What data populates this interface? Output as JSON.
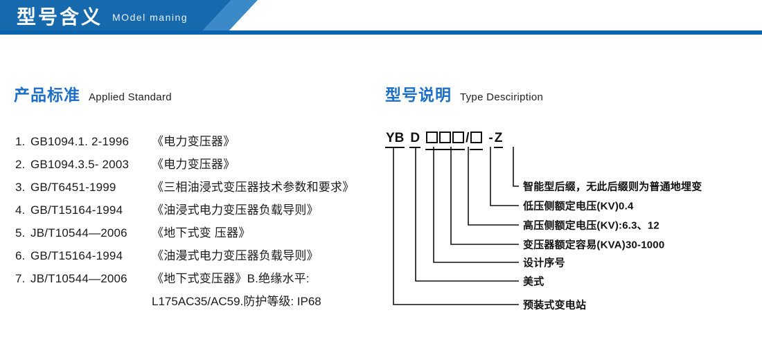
{
  "header": {
    "title_cn": "型号含义",
    "title_en": "MOdel maning",
    "banner_color": "#1569ac",
    "rule_color": "#0b64ad"
  },
  "sections": {
    "standard": {
      "title_cn": "产品标准",
      "title_en": "Applied Standard",
      "heading_color": "#1b6fc9"
    },
    "type": {
      "title_cn": "型号说明",
      "title_en": "Type Desciription",
      "heading_color": "#1b6fc9"
    }
  },
  "standards": [
    {
      "num": "1.",
      "code": "GB1094.1. 2-1996",
      "title": "《电力变压器》"
    },
    {
      "num": "2.",
      "code": "GB1094.3.5- 2003",
      "title": "《电力变压器》"
    },
    {
      "num": "3.",
      "code": "GB/T6451-1999",
      "title": "《三相油浸式变压器技术参数和要求》"
    },
    {
      "num": "4.",
      "code": "GB/T15164-1994",
      "title": "《油浸式电力变压器负载导则》"
    },
    {
      "num": "5.",
      "code": "JB/T10544—2006",
      "title": "《地下式变 压器》"
    },
    {
      "num": "6.",
      "code": "GB/T15164-1994",
      "title": "《油漫式电力变压器负载导则》"
    },
    {
      "num": "7.",
      "code": "JB/T10544—2006",
      "title": "《地下式变压器》B.绝缘水平:"
    }
  ],
  "standards_continuation": "L175AC35/AC59.防护等级: IP68",
  "type_code": {
    "tokens": [
      {
        "id": "yb",
        "text": "YB",
        "kind": "text"
      },
      {
        "id": "d",
        "text": "D",
        "kind": "text"
      },
      {
        "id": "box1",
        "text": "□",
        "kind": "box"
      },
      {
        "id": "box2",
        "text": "□",
        "kind": "box"
      },
      {
        "id": "box3",
        "text": "□",
        "kind": "box"
      },
      {
        "id": "slash",
        "text": "/",
        "kind": "sep"
      },
      {
        "id": "box4",
        "text": "□",
        "kind": "box"
      },
      {
        "id": "dash",
        "text": "-",
        "kind": "sep"
      },
      {
        "id": "z",
        "text": "Z",
        "kind": "text"
      }
    ],
    "full": "YB D □□□/□ - Z"
  },
  "type_labels": [
    {
      "id": "suffix",
      "text": "智能型后缀，无此后缀则为普通地埋变"
    },
    {
      "id": "lv",
      "text": "低压侧额定电压(KV)0.4"
    },
    {
      "id": "hv",
      "text": "高压侧额定电压(KV):6.3、12"
    },
    {
      "id": "capacity",
      "text": "变压器额定容易(KVA)30-1000"
    },
    {
      "id": "design",
      "text": "设计序号"
    },
    {
      "id": "american",
      "text": "美式"
    },
    {
      "id": "prefab",
      "text": "预装式变电站"
    }
  ]
}
